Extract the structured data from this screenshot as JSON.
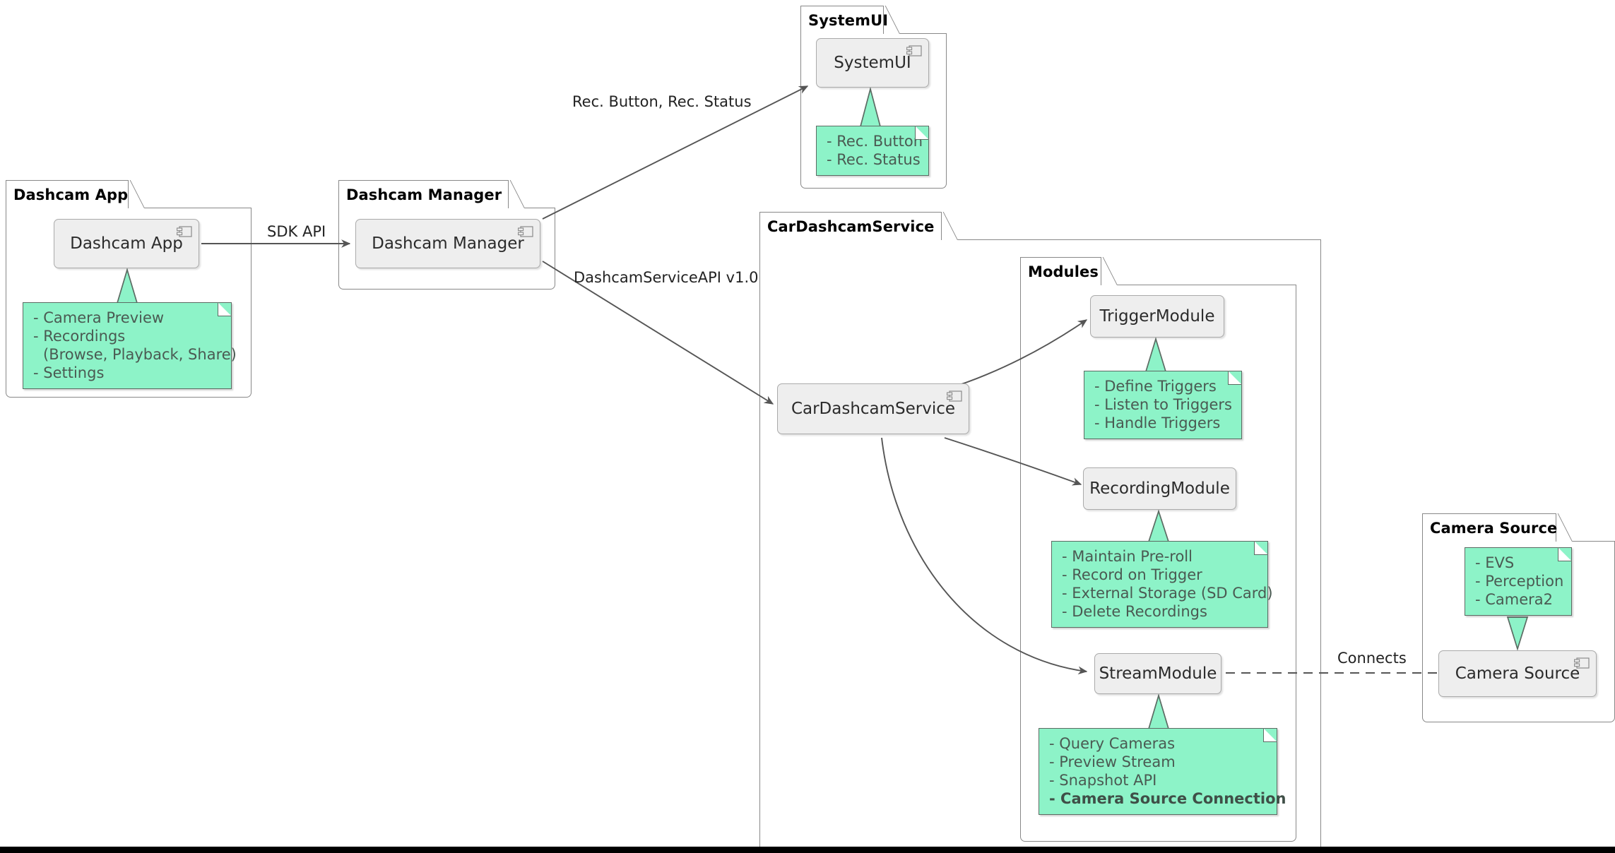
{
  "diagram": {
    "type": "uml-component-diagram",
    "colors": {
      "note_fill": "#8df3c8",
      "note_border": "#5c6b63",
      "component_fill": "#eeeeee",
      "component_border": "#aaaaaa",
      "package_border": "#888888",
      "text": "#2b2b2b",
      "note_text": "#4a5a52"
    },
    "packages": [
      {
        "id": "dashcam-app",
        "title": "Dashcam App",
        "component": {
          "label": "Dashcam App",
          "icon": "component-icon"
        },
        "note": {
          "position": "below",
          "lines": [
            {
              "text": "- Camera Preview",
              "bold": false,
              "indent": false
            },
            {
              "text": "- Recordings",
              "bold": false,
              "indent": false
            },
            {
              "text": "(Browse, Playback, Share)",
              "bold": false,
              "indent": true
            },
            {
              "text": "- Settings",
              "bold": false,
              "indent": false
            }
          ]
        }
      },
      {
        "id": "dashcam-manager",
        "title": "Dashcam Manager",
        "component": {
          "label": "Dashcam Manager",
          "icon": "component-icon"
        },
        "note": null
      },
      {
        "id": "system-ui",
        "title": "SystemUI",
        "component": {
          "label": "SystemUI",
          "icon": "component-icon"
        },
        "note": {
          "position": "below",
          "lines": [
            {
              "text": "- Rec. Button",
              "bold": false,
              "indent": false
            },
            {
              "text": "- Rec. Status",
              "bold": false,
              "indent": false
            }
          ]
        }
      },
      {
        "id": "car-dashcam-service",
        "title": "CarDashcamService",
        "component": {
          "label": "CarDashcamService",
          "icon": "component-icon"
        },
        "note": null
      },
      {
        "id": "modules",
        "title": "Modules",
        "component": null,
        "note": null
      },
      {
        "id": "camera-source",
        "title": "Camera Source",
        "component": {
          "label": "Camera Source",
          "icon": "component-icon"
        },
        "note": {
          "position": "above",
          "lines": [
            {
              "text": "- EVS",
              "bold": false,
              "indent": false
            },
            {
              "text": "- Perception",
              "bold": false,
              "indent": false
            },
            {
              "text": "- Camera2",
              "bold": false,
              "indent": false
            }
          ]
        }
      }
    ],
    "modules": [
      {
        "id": "trigger-module",
        "label": "TriggerModule",
        "note_lines": [
          {
            "text": "- Define Triggers",
            "bold": false
          },
          {
            "text": "- Listen to Triggers",
            "bold": false
          },
          {
            "text": "- Handle Triggers",
            "bold": false
          }
        ]
      },
      {
        "id": "recording-module",
        "label": "RecordingModule",
        "note_lines": [
          {
            "text": "- Maintain Pre-roll",
            "bold": false
          },
          {
            "text": "- Record on Trigger",
            "bold": false
          },
          {
            "text": "- External Storage (SD Card)",
            "bold": false
          },
          {
            "text": "- Delete Recordings",
            "bold": false
          }
        ]
      },
      {
        "id": "stream-module",
        "label": "StreamModule",
        "note_lines": [
          {
            "text": "- Query Cameras",
            "bold": false
          },
          {
            "text": "- Preview Stream",
            "bold": false
          },
          {
            "text": "- Snapshot API",
            "bold": false
          },
          {
            "text": "- Camera Source Connection",
            "bold": true
          }
        ]
      }
    ],
    "edges": [
      {
        "id": "sdk-api",
        "label": "SDK API",
        "from": "Dashcam App",
        "to": "Dashcam Manager",
        "style": "solid-arrow"
      },
      {
        "id": "rec-button-status",
        "label": "Rec. Button, Rec. Status",
        "from": "Dashcam Manager",
        "to": "SystemUI",
        "style": "solid-arrow"
      },
      {
        "id": "dashcam-service-api",
        "label": "DashcamServiceAPI v1.0",
        "from": "Dashcam Manager",
        "to": "CarDashcamService",
        "style": "solid-arrow"
      },
      {
        "id": "svc-to-trigger",
        "label": "",
        "from": "CarDashcamService",
        "to": "TriggerModule",
        "style": "solid-arrow"
      },
      {
        "id": "svc-to-recording",
        "label": "",
        "from": "CarDashcamService",
        "to": "RecordingModule",
        "style": "solid-arrow"
      },
      {
        "id": "svc-to-stream",
        "label": "",
        "from": "CarDashcamService",
        "to": "StreamModule",
        "style": "solid-arrow-curved"
      },
      {
        "id": "stream-to-camera",
        "label": "Connects",
        "from": "StreamModule",
        "to": "Camera Source",
        "style": "dashed"
      }
    ]
  }
}
